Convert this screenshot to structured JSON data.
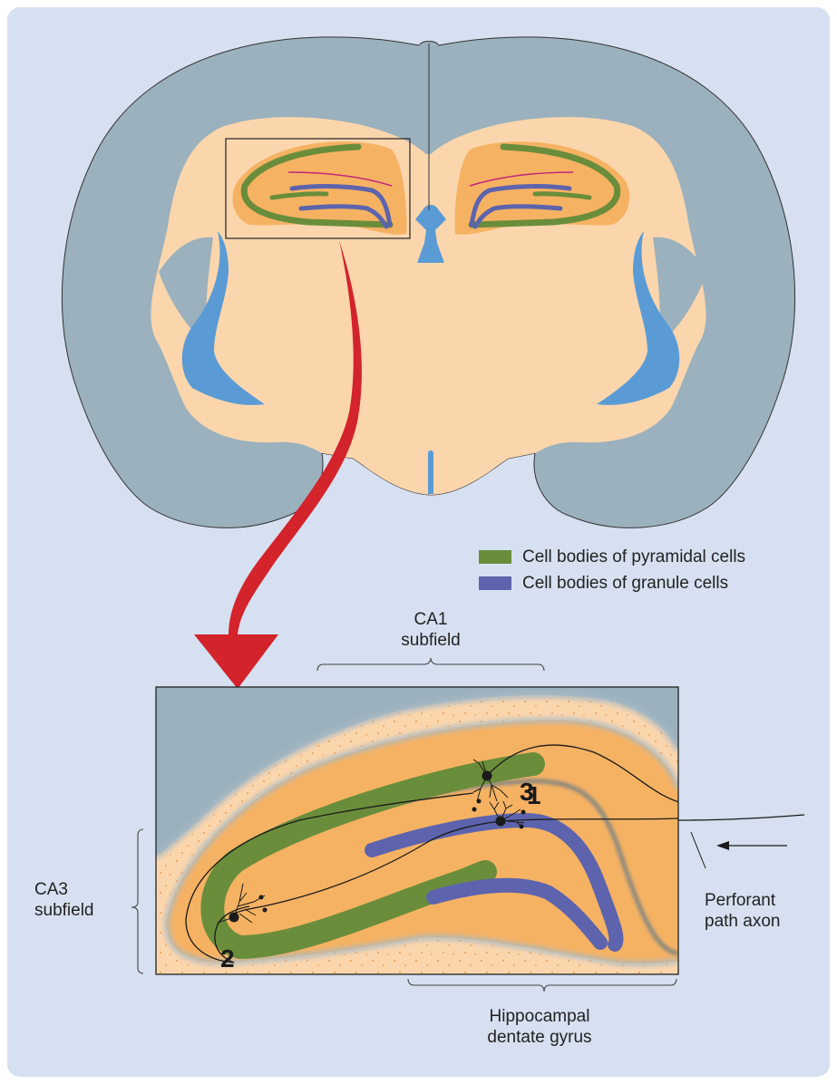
{
  "colors": {
    "background": "#d6e0f0",
    "cortex": "#9bb1bd",
    "tissue": "#fbd6ad",
    "hippocampus": "#f6b263",
    "ventricle": "#5b9bd5",
    "pyramidal": "#6a8d3b",
    "granule": "#5d64ad",
    "arrow": "#d3232b"
  },
  "legend": [
    {
      "label": "Cell bodies of pyramidal cells",
      "color": "#6a8d3b"
    },
    {
      "label": "Cell bodies of granule cells",
      "color": "#5d64ad"
    }
  ],
  "labels": {
    "ca1": [
      "CA1",
      "subfield"
    ],
    "ca3": [
      "CA3",
      "subfield"
    ],
    "dentate": [
      "Hippocampal",
      "dentate gyrus"
    ],
    "perforant": [
      "Perforant",
      "path axon"
    ]
  },
  "numbers": {
    "one": "1",
    "two": "2",
    "three": "3"
  }
}
